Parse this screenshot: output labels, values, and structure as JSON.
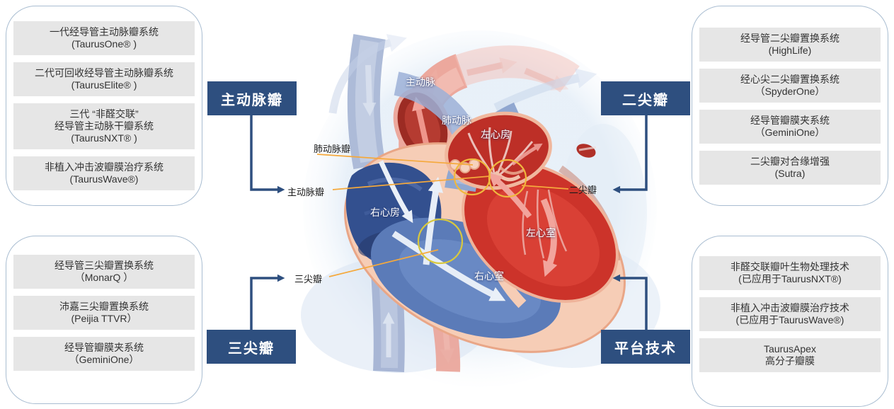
{
  "colors": {
    "tag_blue": "#2E4F7F",
    "panel_border": "#A9BDD1",
    "item_gray": "#E6E6E6",
    "leader_orange": "#F5A93C",
    "circle_yellow": "#F0B83E"
  },
  "panels": {
    "aortic": {
      "tag": "主动脉瓣",
      "items": [
        {
          "lines": [
            "一代经导管主动脉瓣系统",
            "(TaurusOne® )"
          ]
        },
        {
          "lines": [
            "二代可回收经导管主动脉瓣系统",
            "(TaurusElite® )"
          ]
        },
        {
          "lines": [
            "三代 “非醛交联”",
            "经导管主动脉干瓣系统",
            "(TaurusNXT® )"
          ]
        },
        {
          "lines": [
            "非植入冲击波瓣膜治疗系统",
            "(TaurusWave®)"
          ]
        }
      ]
    },
    "mitral": {
      "tag": "二尖瓣",
      "items": [
        {
          "lines": [
            "经导管二尖瓣置换系统",
            "(HighLife)"
          ]
        },
        {
          "lines": [
            "经心尖二尖瓣置换系统",
            "（SpyderOne）"
          ]
        },
        {
          "lines": [
            "经导管瓣膜夹系统",
            "（GeminiOne）"
          ]
        },
        {
          "lines": [
            "二尖瓣对合缘增强",
            "(Sutra)"
          ]
        }
      ]
    },
    "tricuspid": {
      "tag": "三尖瓣",
      "items": [
        {
          "lines": [
            "经导管三尖瓣置换系统",
            "（MonarQ ）"
          ]
        },
        {
          "lines": [
            "沛嘉三尖瓣置换系统",
            "(Peijia TTVR）"
          ]
        },
        {
          "lines": [
            "经导管瓣膜夹系统",
            "（GeminiOne）"
          ]
        }
      ]
    },
    "platform": {
      "tag": "平台技术",
      "items": [
        {
          "lines": [
            "非醛交联瓣叶生物处理技术",
            "(已应用于TaurusNXT®)"
          ]
        },
        {
          "lines": [
            "非植入冲击波瓣膜治疗技术",
            "(已应用于TaurusWave®)"
          ]
        },
        {
          "lines": [
            "TaurusApex",
            "高分子瓣膜"
          ]
        }
      ]
    }
  },
  "heart": {
    "region_labels": {
      "aorta": "主动脉",
      "pulmonary_artery": "肺动脉",
      "left_atrium": "左心房",
      "right_atrium": "右心房",
      "left_ventricle": "左心室",
      "right_ventricle": "右心室"
    },
    "valve_labels": {
      "pulmonary_valve": "肺动脉瓣",
      "aortic_valve": "主动脉瓣",
      "mitral_valve": "二尖瓣",
      "tricuspid_valve": "三尖瓣"
    }
  }
}
